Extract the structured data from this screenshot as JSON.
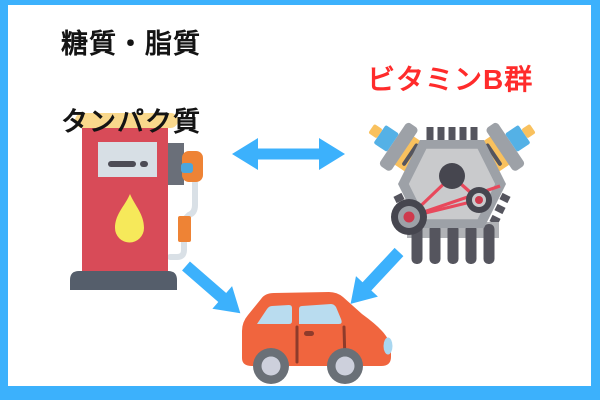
{
  "frame": {
    "border_color": "#3CB1FC",
    "background": "#FFFFFF"
  },
  "labels": {
    "fuel": {
      "line1": "糖質・脂質",
      "line2": "タンパク質",
      "color": "#141414"
    },
    "vitamin": {
      "text": "ビタミンB群",
      "color": "#FF2B2B"
    }
  },
  "icons": {
    "pump": "fuel-pump-icon",
    "engine": "engine-icon",
    "car": "car-icon",
    "arrow_between": "double-headed-arrow-icon",
    "arrow_pump_car": "arrow-down-right-icon",
    "arrow_engine_car": "arrow-down-left-icon"
  },
  "palette": {
    "arrow_blue": "#3CB1FC",
    "pump_red": "#D84B58",
    "pump_cap_yellow": "#F9D88C",
    "pump_screen": "#D7DFE5",
    "drop_yellow": "#F6E95A",
    "pump_base": "#555E6B",
    "nozzle_orange": "#EE8335",
    "engine_gray": "#9DA1A7",
    "engine_light_gray": "#C9CACC",
    "engine_dark": "#55555E",
    "cylinder_yellow": "#F9C15E",
    "plug_blue": "#54B1E6",
    "belt_red": "#E8495C",
    "car_orange": "#F0653E",
    "window_blue": "#B9DCEF",
    "wheel_gray": "#6A7077"
  }
}
